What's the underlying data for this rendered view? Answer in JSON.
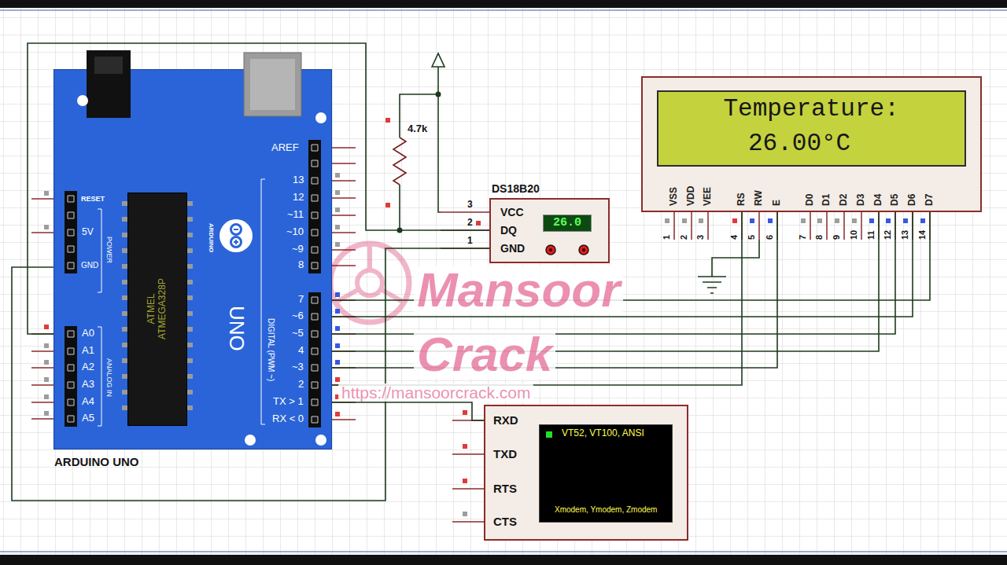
{
  "diagram": {
    "nodes": [
      {
        "text": [
          "ARDUINO UNO"
        ]
      },
      {
        "text": [
          "ATMEL ATMEGA328P"
        ],
        "in": 0
      },
      {
        "text": [
          "DS18B20",
          "VCC",
          "DQ",
          "GND"
        ]
      },
      {
        "text": [
          "26.0"
        ],
        "in": 2
      },
      {
        "text": [
          "VSS",
          "VDD",
          "VEE",
          "RS",
          "RW",
          "E",
          "D0",
          "D1",
          "D2",
          "D3",
          "D4",
          "D5",
          "D6",
          "D7"
        ]
      },
      {
        "text": [
          "Temperature:",
          "26.00°C"
        ],
        "in": 4
      },
      {
        "text": [
          "RXD",
          "TXD",
          "RTS",
          "CTS"
        ]
      },
      {
        "text": [
          "VT52, VT100, ANSI",
          "Xmodem, Ymodem, Zmodem"
        ],
        "in": 6
      }
    ],
    "edges": [
      {
        "from": 0,
        "to": 2,
        "arrow": "none"
      },
      {
        "from": 0,
        "to": 2,
        "arrow": "none"
      },
      {
        "from": 0,
        "to": 6,
        "arrow": "none"
      },
      {
        "from": 0,
        "to": 4,
        "arrow": "none"
      },
      {
        "from": 0,
        "to": 4,
        "arrow": "none"
      },
      {
        "from": 0,
        "to": 4,
        "arrow": "none"
      },
      {
        "from": 0,
        "to": 4,
        "arrow": "none"
      },
      {
        "from": 0,
        "to": 4,
        "arrow": "none"
      },
      {
        "from": 0,
        "to": 4,
        "arrow": "none"
      }
    ],
    "labels": [
      "AREF",
      "13",
      "12",
      "~11",
      "~10",
      "~9",
      "8",
      "7",
      "~6",
      "~5",
      "4",
      "~3",
      "2",
      "TX > 1",
      "RX < 0",
      "DIGITAL (PWM ~)",
      "RESET",
      "5V",
      "GND",
      "POWER",
      "A0",
      "A1",
      "A2",
      "A3",
      "A4",
      "A5",
      "ANALOG IN",
      "UNO",
      "ARDUINO",
      "4.7k",
      "3",
      "2",
      "1",
      "1",
      "2",
      "3",
      "4",
      "5",
      "6",
      "7",
      "8",
      "9",
      "10",
      "11",
      "12",
      "13",
      "14",
      "Mansoor",
      "Crack",
      "https://mansoorcrack.com"
    ]
  }
}
